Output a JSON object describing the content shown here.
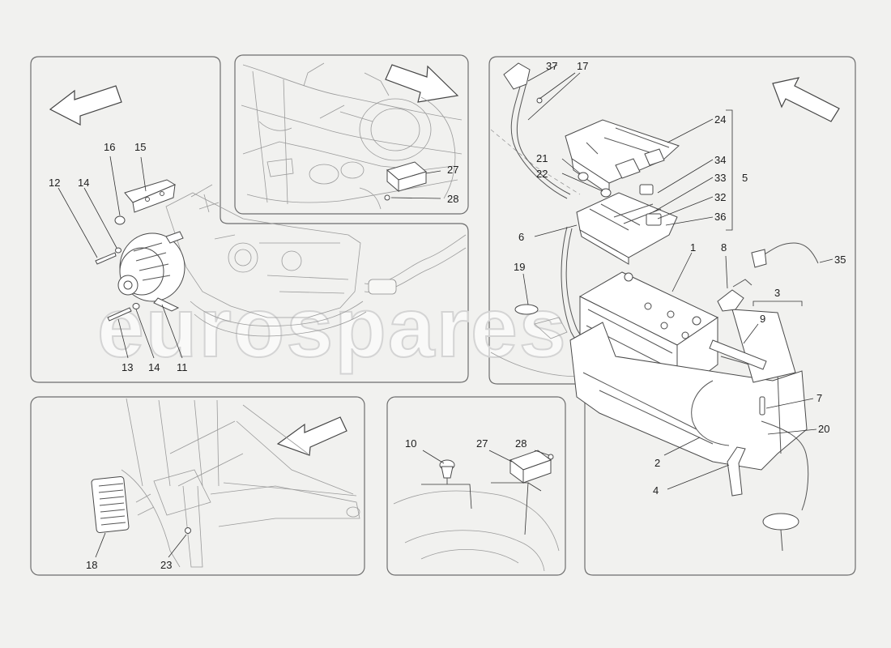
{
  "watermark": {
    "text": "eurospares"
  },
  "panels": [
    {
      "id": "alternator",
      "parts": [
        "16",
        "15",
        "12",
        "14",
        "13",
        "14",
        "11"
      ]
    },
    {
      "id": "engine-bay",
      "parts": [
        "27",
        "28"
      ]
    },
    {
      "id": "battery",
      "parts": [
        "37",
        "17",
        "24",
        "21",
        "22",
        "34",
        "33",
        "32",
        "36",
        "5",
        "6",
        "19",
        "1",
        "8",
        "35",
        "3",
        "9",
        "7",
        "20",
        "2",
        "4"
      ]
    },
    {
      "id": "bracket",
      "parts": [
        "18",
        "23"
      ]
    },
    {
      "id": "sensor",
      "parts": [
        "10",
        "27",
        "28"
      ]
    }
  ],
  "labels": {
    "p16": "16",
    "p15": "15",
    "p12": "12",
    "p14a": "14",
    "p13": "13",
    "p14b": "14",
    "p11": "11",
    "p27a": "27",
    "p28a": "28",
    "p37": "37",
    "p17": "17",
    "p24": "24",
    "p21": "21",
    "p22": "22",
    "p34": "34",
    "p33": "33",
    "p5": "5",
    "p32": "32",
    "p36": "36",
    "p6": "6",
    "p19": "19",
    "p1": "1",
    "p8": "8",
    "p35": "35",
    "p3": "3",
    "p9": "9",
    "p7": "7",
    "p20": "20",
    "p2": "2",
    "p4": "4",
    "p18": "18",
    "p23": "23",
    "p10": "10",
    "p27b": "27",
    "p28b": "28"
  },
  "colors": {
    "line": "#4a4a4a",
    "background": "#f1f1ef",
    "part_fill": "#ffffff"
  },
  "icons": [
    "direction-arrow-icon"
  ]
}
